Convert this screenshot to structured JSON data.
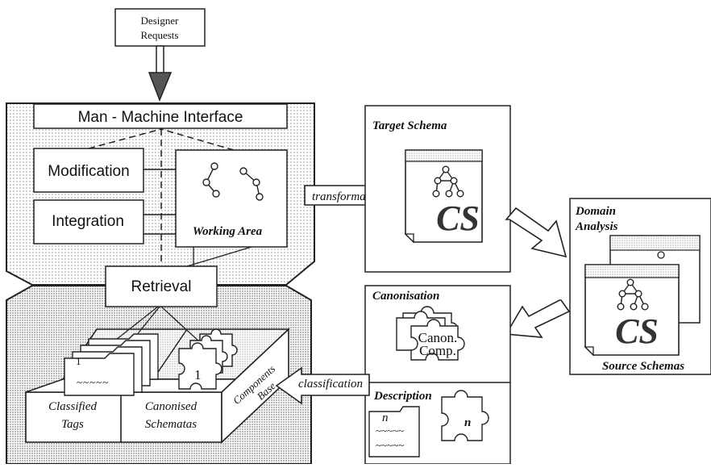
{
  "designer_requests": {
    "line1": "Designer",
    "line2": "Requests"
  },
  "mmi": {
    "title": "Man - Machine Interface"
  },
  "modification": "Modification",
  "integration": "Integration",
  "working_area": "Working Area",
  "retrieval": "Retrieval",
  "store": {
    "tags_number": "1",
    "tags_wave": "~~~~~",
    "schema_number": "1",
    "classified_tags": {
      "line1": "Classified",
      "line2": "Tags"
    },
    "canonised_schematas": {
      "line1": "Canonised",
      "line2": "Schematas"
    },
    "side_label": {
      "line1": "Components",
      "line2": "Base"
    }
  },
  "transformation": "transformation",
  "classification": "classification",
  "target_schema": {
    "title": "Target Schema",
    "cs": "CS"
  },
  "domain_analysis": {
    "line1": "Domain",
    "line2": "Analysis",
    "cs": "CS",
    "caption": "Source Schemas"
  },
  "canonisation": {
    "title": "Canonisation",
    "comp_line1": "Canon.",
    "comp_line2": "Comp."
  },
  "description": {
    "title": "Description",
    "n_tag": "n",
    "wave1": "~~~~~",
    "wave2": "~~~~~",
    "n_piece": "n"
  },
  "colors": {
    "stroke": "#222222",
    "dots": "#6a6a6a",
    "paper": "#ffffff"
  }
}
